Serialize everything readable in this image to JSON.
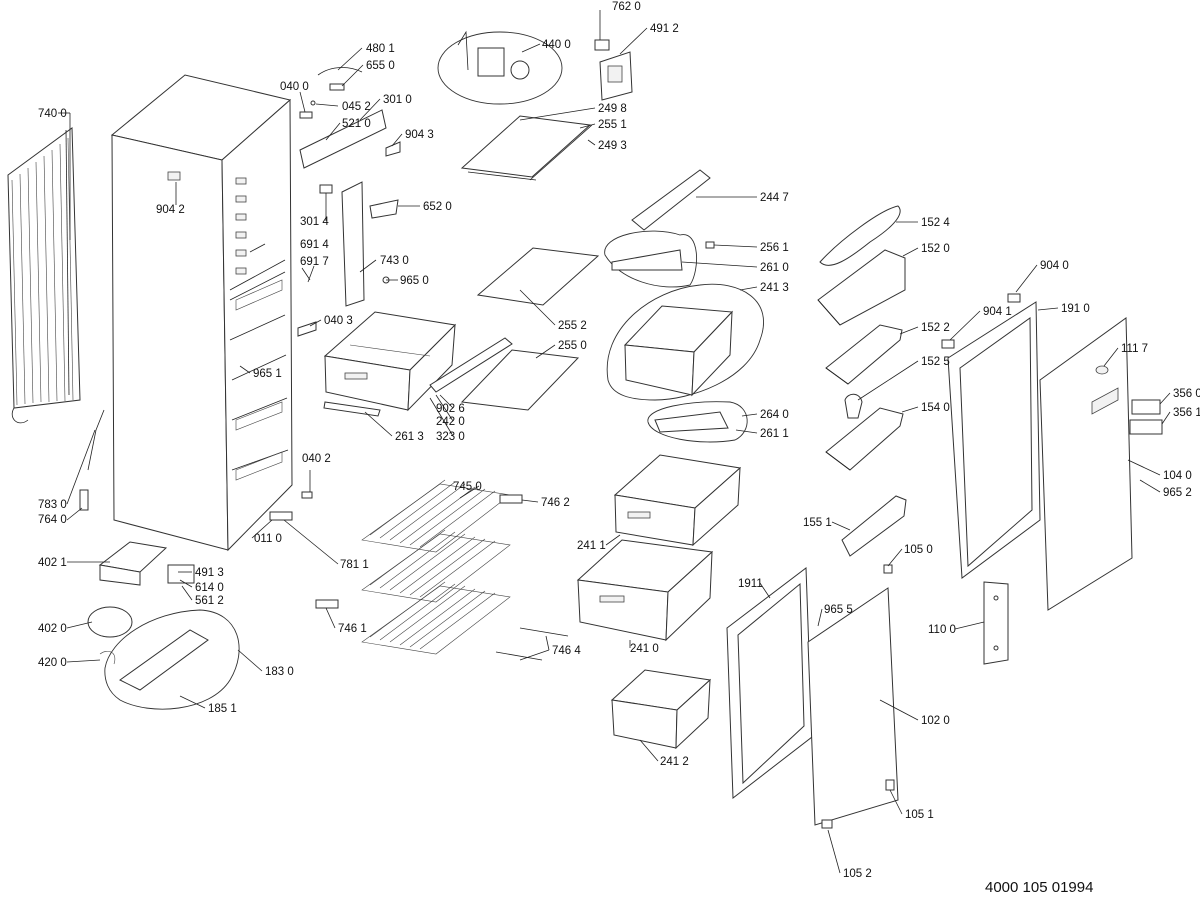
{
  "document_number": "4000 105 01994",
  "callouts": [
    {
      "id": "c-7400",
      "text": "740 0"
    },
    {
      "id": "c-9042",
      "text": "904 2"
    },
    {
      "id": "c-7830",
      "text": "783 0"
    },
    {
      "id": "c-7640",
      "text": "764 0"
    },
    {
      "id": "c-4021",
      "text": "402 1"
    },
    {
      "id": "c-4020",
      "text": "402 0"
    },
    {
      "id": "c-4200",
      "text": "420 0"
    },
    {
      "id": "c-4801",
      "text": "480 1"
    },
    {
      "id": "c-6550",
      "text": "655 0"
    },
    {
      "id": "c-0400",
      "text": "040 0"
    },
    {
      "id": "c-0452",
      "text": "045 2"
    },
    {
      "id": "c-3010",
      "text": "301 0"
    },
    {
      "id": "c-5210",
      "text": "521 0"
    },
    {
      "id": "c-9043",
      "text": "904 3"
    },
    {
      "id": "c-3014",
      "text": "301 4"
    },
    {
      "id": "c-6520",
      "text": "652 0"
    },
    {
      "id": "c-6914",
      "text": "691 4"
    },
    {
      "id": "c-6917",
      "text": "691 7"
    },
    {
      "id": "c-7430",
      "text": "743 0"
    },
    {
      "id": "c-9650",
      "text": "965 0"
    },
    {
      "id": "c-0403",
      "text": "040 3"
    },
    {
      "id": "c-9651",
      "text": "965 1"
    },
    {
      "id": "c-0402",
      "text": "040 2"
    },
    {
      "id": "c-0110",
      "text": "011 0"
    },
    {
      "id": "c-7811",
      "text": "781 1"
    },
    {
      "id": "c-4913",
      "text": "491 3"
    },
    {
      "id": "c-6140",
      "text": "614 0"
    },
    {
      "id": "c-5612",
      "text": "561 2"
    },
    {
      "id": "c-1830",
      "text": "183 0"
    },
    {
      "id": "c-1851",
      "text": "185 1"
    },
    {
      "id": "c-4400",
      "text": "440 0"
    },
    {
      "id": "c-7620",
      "text": "762 0"
    },
    {
      "id": "c-4912",
      "text": "491 2"
    },
    {
      "id": "c-2498",
      "text": "249 8"
    },
    {
      "id": "c-2551",
      "text": "255 1"
    },
    {
      "id": "c-2493",
      "text": "249 3"
    },
    {
      "id": "c-2447",
      "text": "244 7"
    },
    {
      "id": "c-2561",
      "text": "256 1"
    },
    {
      "id": "c-2610",
      "text": "261 0"
    },
    {
      "id": "c-2413",
      "text": "241 3"
    },
    {
      "id": "c-2552",
      "text": "255 2"
    },
    {
      "id": "c-2550",
      "text": "255 0"
    },
    {
      "id": "c-9026",
      "text": "902 6"
    },
    {
      "id": "c-2420",
      "text": "242 0"
    },
    {
      "id": "c-3230",
      "text": "323 0"
    },
    {
      "id": "c-2613",
      "text": "261 3"
    },
    {
      "id": "c-2640",
      "text": "264 0"
    },
    {
      "id": "c-2611",
      "text": "261 1"
    },
    {
      "id": "c-7450",
      "text": "745 0"
    },
    {
      "id": "c-7462",
      "text": "746 2"
    },
    {
      "id": "c-7461",
      "text": "746 1"
    },
    {
      "id": "c-7464",
      "text": "746 4"
    },
    {
      "id": "c-2411",
      "text": "241 1"
    },
    {
      "id": "c-2410",
      "text": "241 0"
    },
    {
      "id": "c-2412",
      "text": "241 2"
    },
    {
      "id": "c-1524",
      "text": "152 4"
    },
    {
      "id": "c-1520",
      "text": "152 0"
    },
    {
      "id": "c-1522",
      "text": "152 2"
    },
    {
      "id": "c-1525",
      "text": "152 5"
    },
    {
      "id": "c-1540",
      "text": "154 0"
    },
    {
      "id": "c-1551",
      "text": "155 1"
    },
    {
      "id": "c-9040",
      "text": "904 0"
    },
    {
      "id": "c-9041",
      "text": "904 1"
    },
    {
      "id": "c-1910",
      "text": "191 0"
    },
    {
      "id": "c-1117",
      "text": "111 7"
    },
    {
      "id": "c-3560",
      "text": "356 0"
    },
    {
      "id": "c-3561",
      "text": "356 1"
    },
    {
      "id": "c-1040",
      "text": "104 0"
    },
    {
      "id": "c-9652",
      "text": "965 2"
    },
    {
      "id": "c-1050",
      "text": "105 0"
    },
    {
      "id": "c-1911",
      "text": "1911"
    },
    {
      "id": "c-9655",
      "text": "965 5"
    },
    {
      "id": "c-1100",
      "text": "110 0"
    },
    {
      "id": "c-1020",
      "text": "102 0"
    },
    {
      "id": "c-1051",
      "text": "105 1"
    },
    {
      "id": "c-1052",
      "text": "105 2"
    }
  ]
}
